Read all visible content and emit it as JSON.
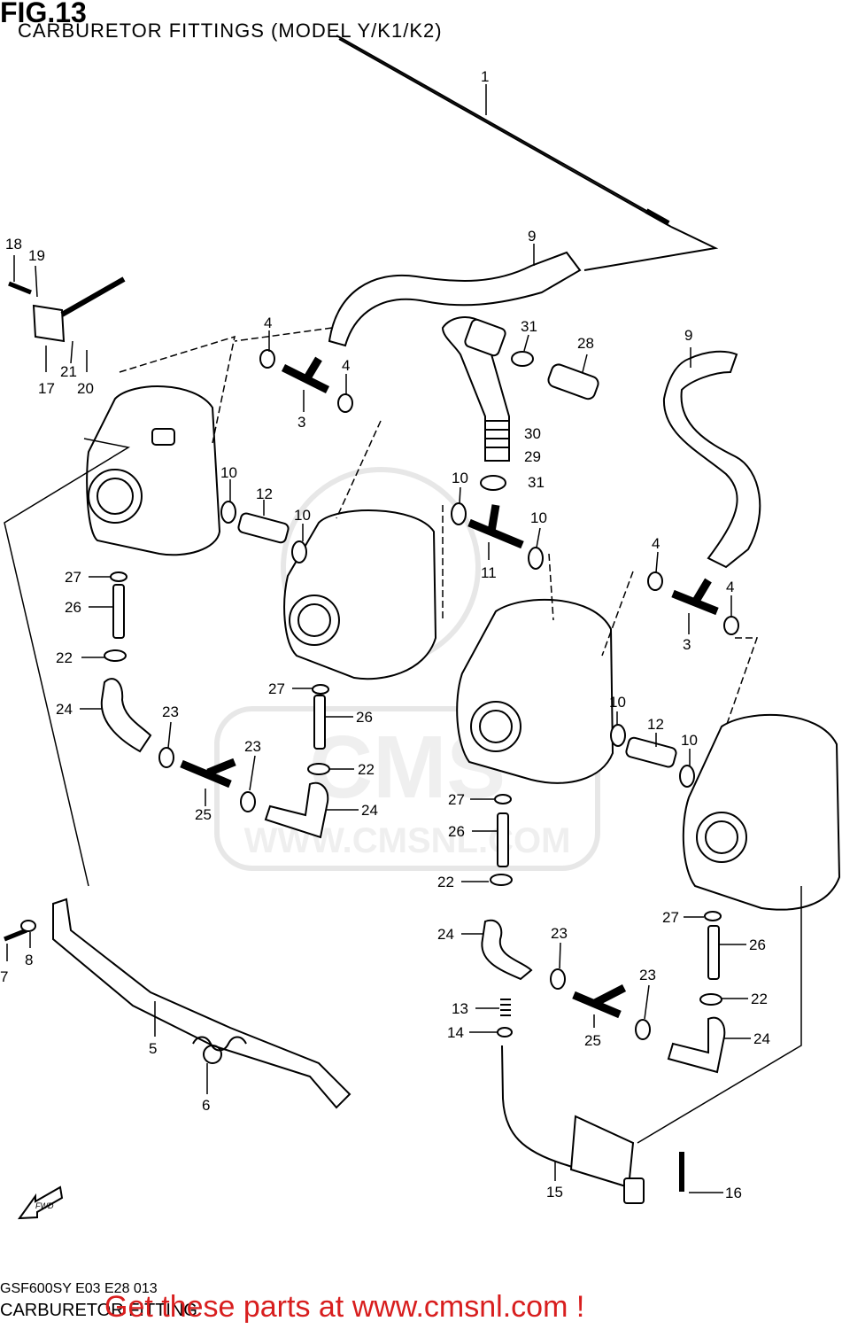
{
  "header": {
    "fig": "FIG.13",
    "title": "CARBURETOR FITTINGS (MODEL Y/K1/K2)"
  },
  "footer": {
    "code": "GSF600SY E03 E28 013",
    "subtitle": "CARBURETOR FITTING",
    "promo": "Get these parts at www.cmsnl.com !"
  },
  "watermark": {
    "brand": "CMS",
    "url": "WWW.CMSNL.COM"
  },
  "fwd_label": "FWD",
  "colors": {
    "promo": "#d81e1e",
    "line": "#000000",
    "watermark": "#d9d9d9"
  },
  "callouts": [
    "1",
    "9",
    "9",
    "18",
    "19",
    "17",
    "21",
    "20",
    "4",
    "4",
    "3",
    "31",
    "28",
    "30",
    "29",
    "10",
    "31",
    "10",
    "10",
    "12",
    "10",
    "11",
    "4",
    "4",
    "3",
    "27",
    "26",
    "22",
    "24",
    "23",
    "25",
    "23",
    "27",
    "26",
    "22",
    "24",
    "10",
    "12",
    "10",
    "27",
    "26",
    "22",
    "24",
    "23",
    "27",
    "26",
    "22",
    "23",
    "13",
    "14",
    "25",
    "24",
    "7",
    "8",
    "5",
    "6",
    "15",
    "16"
  ]
}
